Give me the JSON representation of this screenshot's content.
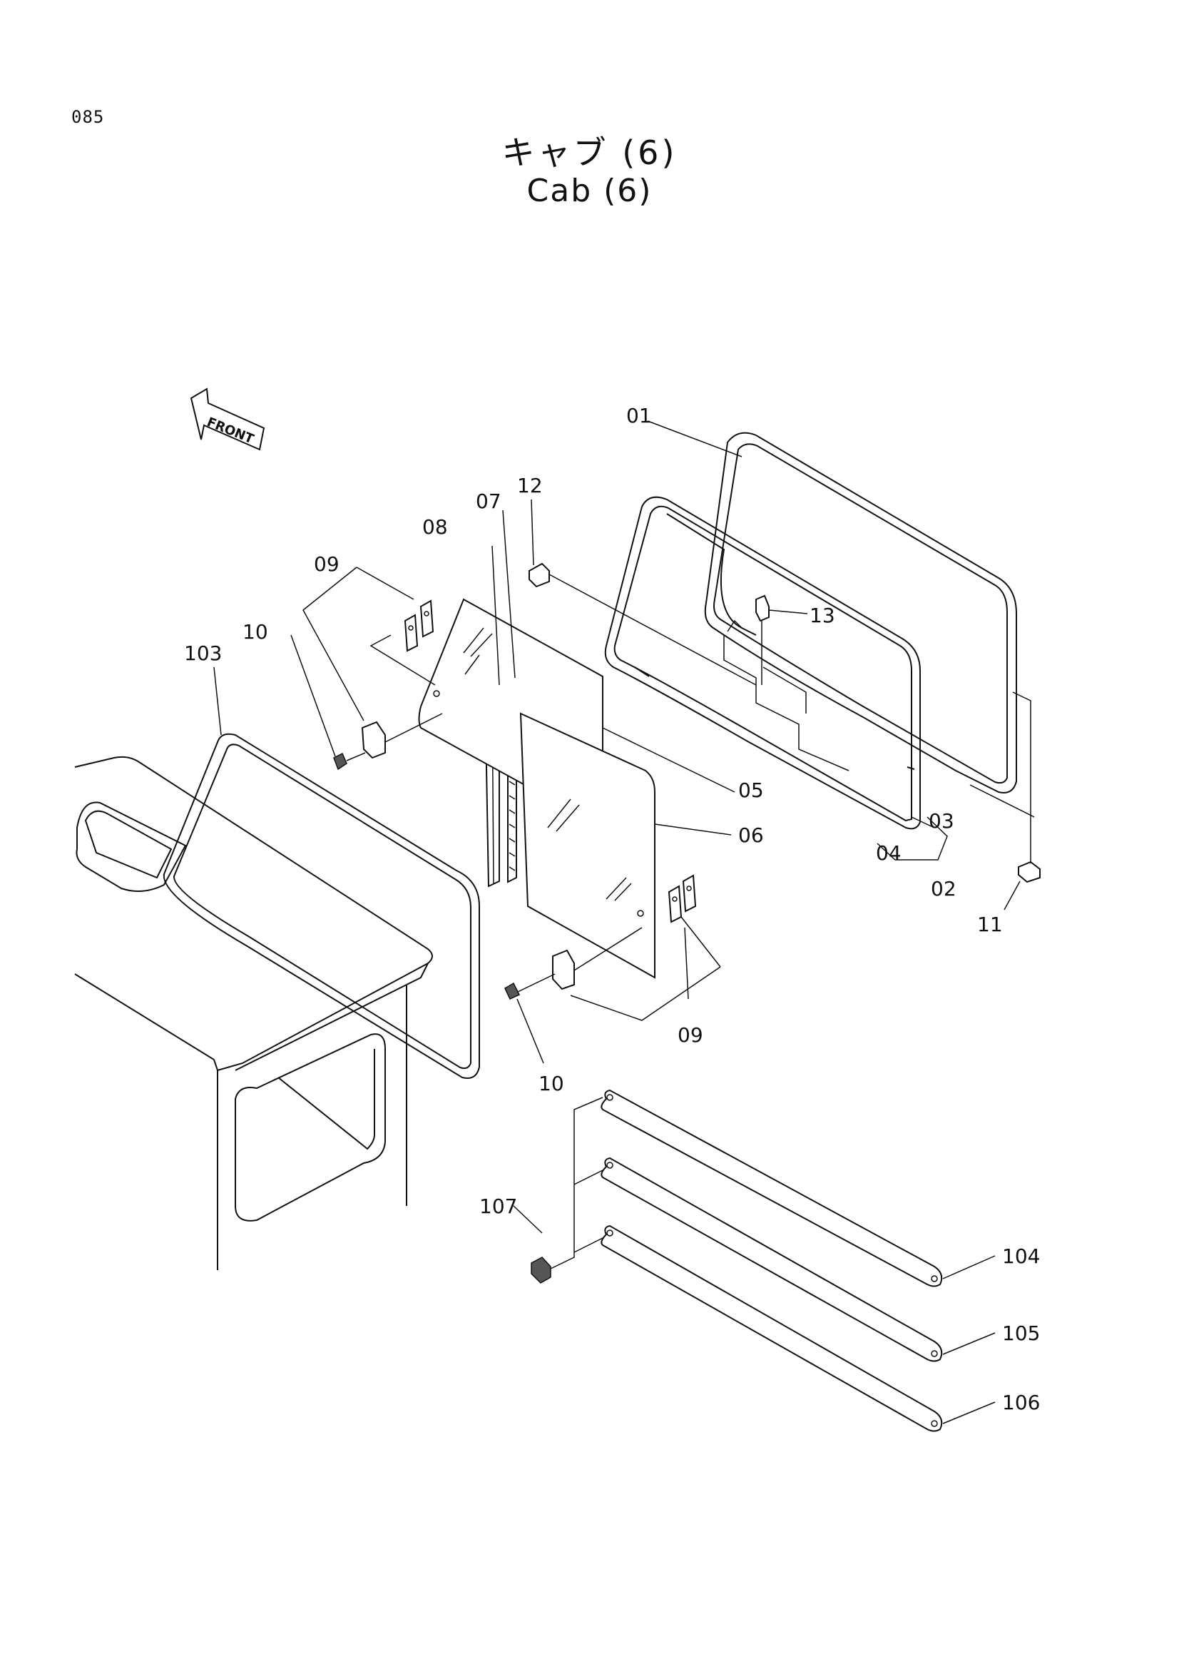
{
  "page_number": "085",
  "title_jp": "キャブ (6)",
  "title_en": "Cab (6)",
  "front_label": "FRONT",
  "callouts": {
    "c01": "01",
    "c02": "02",
    "c03": "03",
    "c04": "04",
    "c05": "05",
    "c06": "06",
    "c07": "07",
    "c08": "08",
    "c09a": "09",
    "c09b": "09",
    "c10a": "10",
    "c10b": "10",
    "c11": "11",
    "c12": "12",
    "c13": "13",
    "c103": "103",
    "c104": "104",
    "c105": "105",
    "c106": "106",
    "c107": "107"
  }
}
